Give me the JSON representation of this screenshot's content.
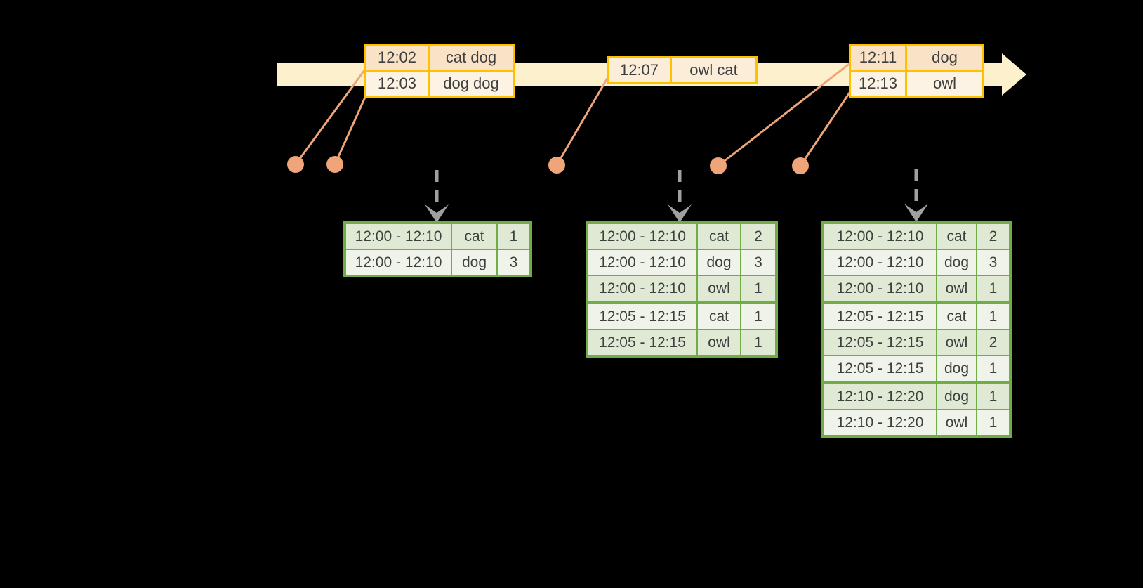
{
  "diagram_title": "windowed-word-count-stream-diagram",
  "colors": {
    "background": "#000000",
    "timeline_fill": "#FCF1CC",
    "event_table_border": "#FFC000",
    "event_row_dark": "#FAE2C6",
    "event_row_light": "#FCF3E4",
    "result_table_border": "#70AD47",
    "result_row_dark": "#DFE9D4",
    "result_row_light": "#EFF3EA",
    "connector_dot": "#EFA579",
    "trigger_arrow": "#A0A0A0",
    "text": "#3F3F3F"
  },
  "event_tables": [
    {
      "rows": [
        {
          "time": "12:02",
          "words": "cat dog"
        },
        {
          "time": "12:03",
          "words": "dog dog"
        }
      ]
    },
    {
      "rows": [
        {
          "time": "12:07",
          "words": "owl cat"
        }
      ]
    },
    {
      "rows": [
        {
          "time": "12:11",
          "words": "dog"
        },
        {
          "time": "12:13",
          "words": "owl"
        }
      ]
    }
  ],
  "result_tables": [
    {
      "rows": [
        {
          "window": "12:00 - 12:10",
          "word": "cat",
          "count": "1"
        },
        {
          "window": "12:00 - 12:10",
          "word": "dog",
          "count": "3"
        }
      ]
    },
    {
      "rows": [
        {
          "window": "12:00 - 12:10",
          "word": "cat",
          "count": "2"
        },
        {
          "window": "12:00 - 12:10",
          "word": "dog",
          "count": "3"
        },
        {
          "window": "12:00 - 12:10",
          "word": "owl",
          "count": "1"
        },
        {
          "window": "12:05 - 12:15",
          "word": "cat",
          "count": "1"
        },
        {
          "window": "12:05 - 12:15",
          "word": "owl",
          "count": "1"
        }
      ]
    },
    {
      "rows": [
        {
          "window": "12:00 - 12:10",
          "word": "cat",
          "count": "2"
        },
        {
          "window": "12:00 - 12:10",
          "word": "dog",
          "count": "3"
        },
        {
          "window": "12:00 - 12:10",
          "word": "owl",
          "count": "1"
        },
        {
          "window": "12:05 - 12:15",
          "word": "cat",
          "count": "1"
        },
        {
          "window": "12:05 - 12:15",
          "word": "owl",
          "count": "2"
        },
        {
          "window": "12:05 - 12:15",
          "word": "dog",
          "count": "1"
        },
        {
          "window": "12:10 - 12:20",
          "word": "dog",
          "count": "1"
        },
        {
          "window": "12:10 - 12:20",
          "word": "owl",
          "count": "1"
        }
      ]
    }
  ]
}
